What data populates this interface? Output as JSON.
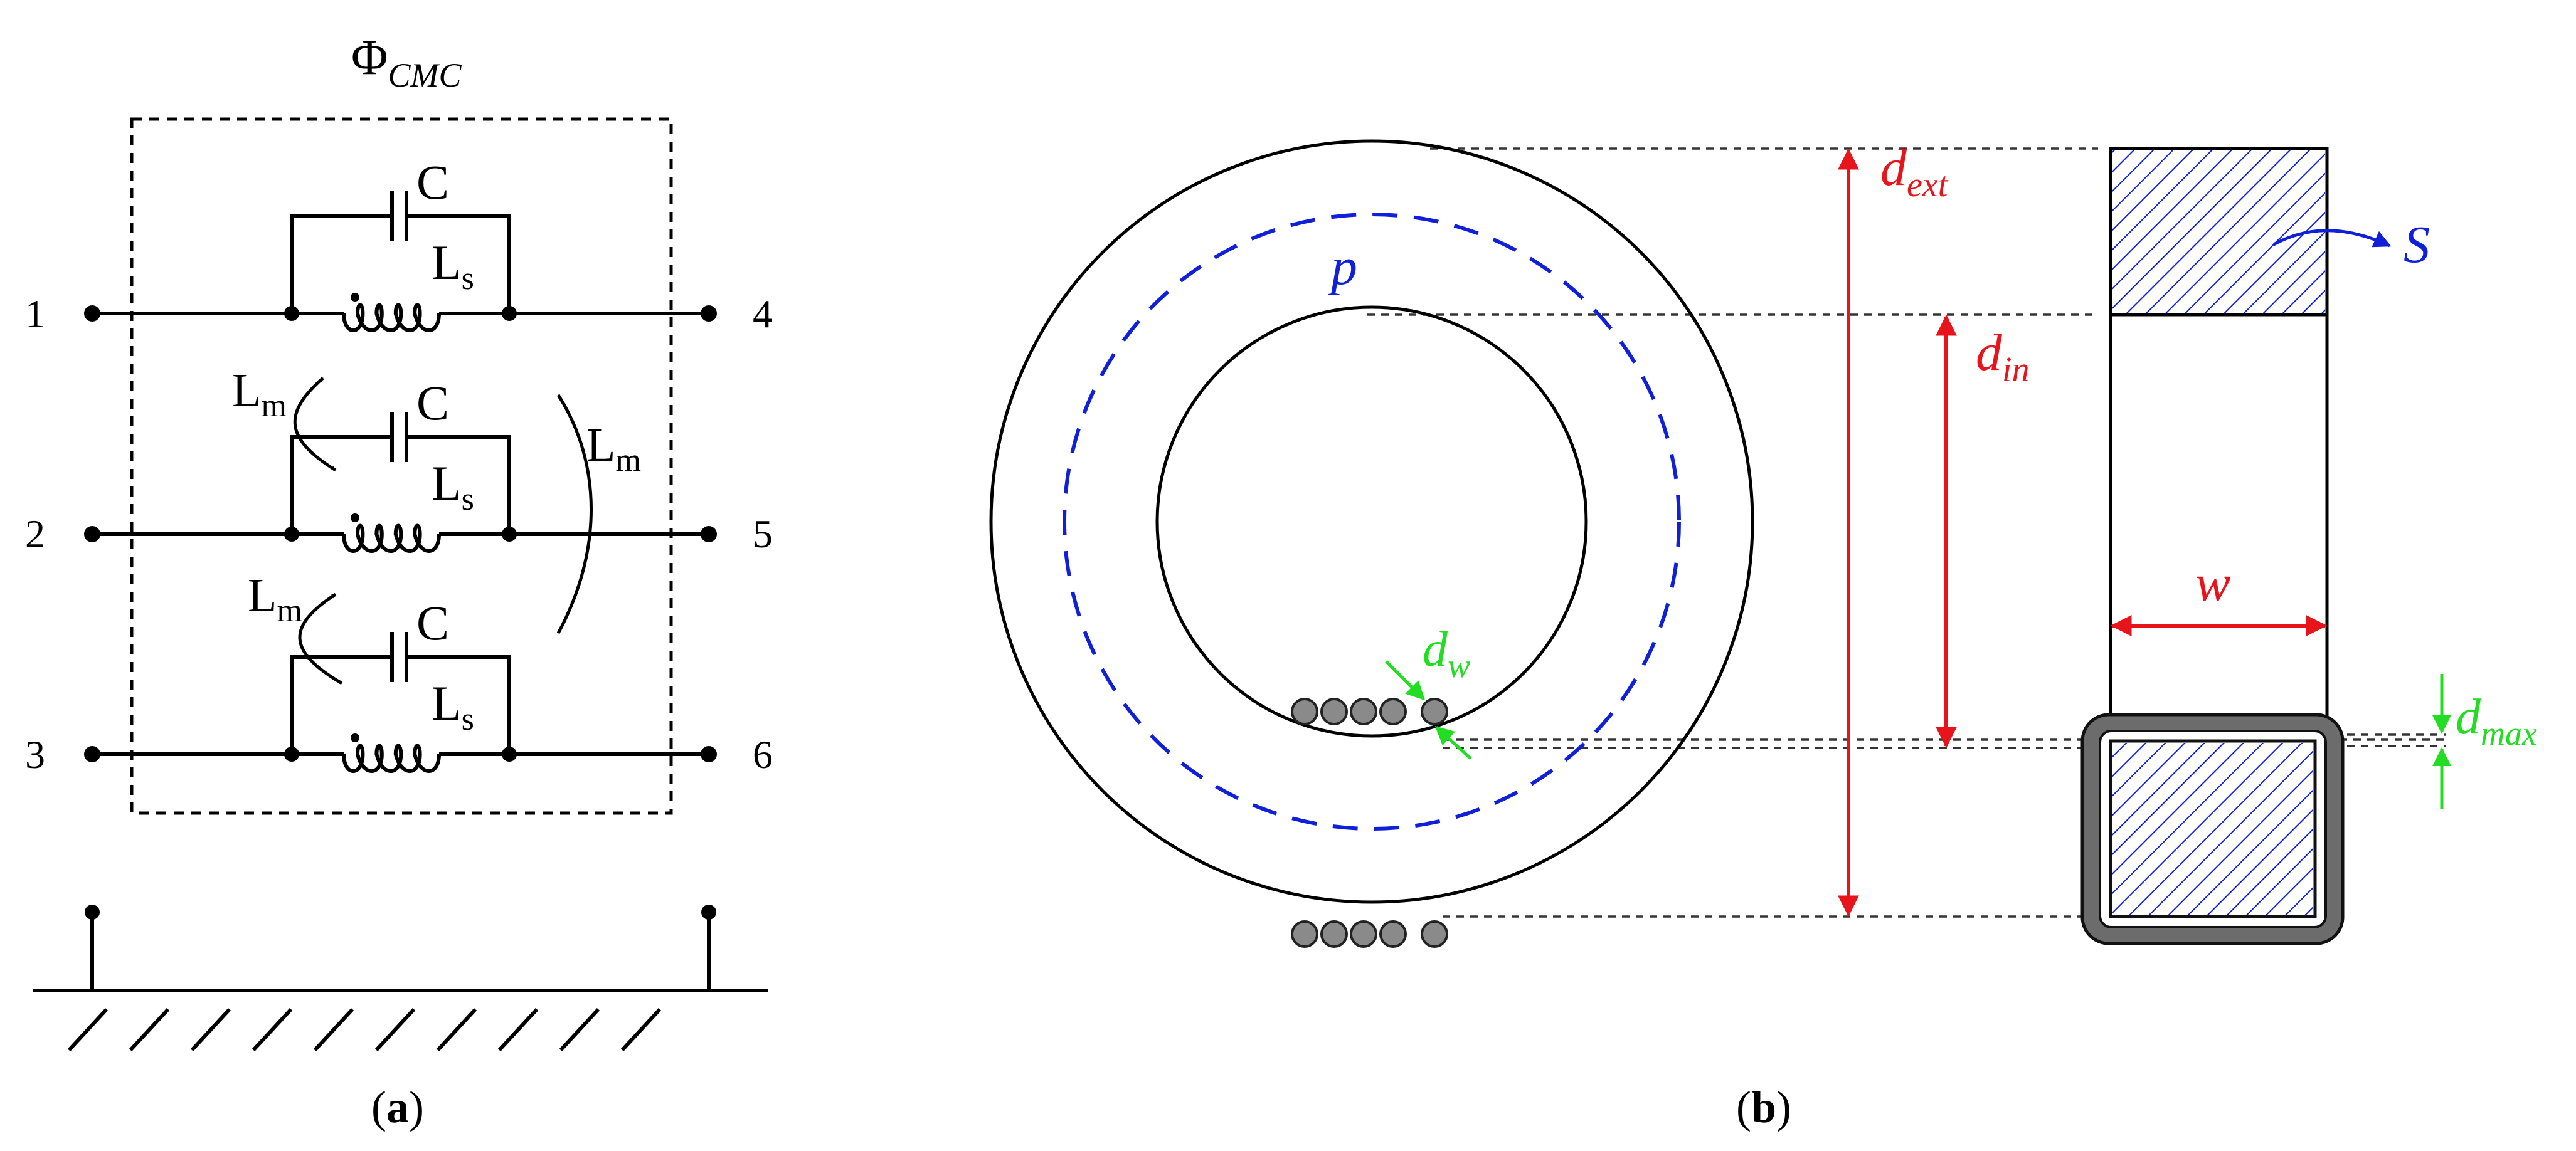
{
  "panel_a": {
    "flux_symbol": "Φ",
    "flux_subscript": "CMC",
    "capacitor_label": "C",
    "inductor_label": "L",
    "inductor_subscript": "s",
    "mutual_label": "L",
    "mutual_subscript": "m",
    "terminals": [
      "1",
      "2",
      "3",
      "4",
      "5",
      "6"
    ],
    "caption_open": "(",
    "caption_letter": "a",
    "caption_close": ")"
  },
  "panel_b": {
    "outer_diameter_label": "d",
    "outer_diameter_subscript": "ext",
    "inner_diameter_label": "d",
    "inner_diameter_subscript": "in",
    "path_label": "p",
    "section_label": "S",
    "width_label": "w",
    "wire_diameter_label": "d",
    "wire_diameter_subscript": "w",
    "max_label": "d",
    "max_subscript": "max",
    "caption_open": "(",
    "caption_letter": "b",
    "caption_close": ")"
  },
  "colors": {
    "dimension_red": "#e8141b",
    "wire_green": "#22dd22",
    "path_blue": "#1020d8",
    "winding_gray": "#8a8a8a"
  }
}
